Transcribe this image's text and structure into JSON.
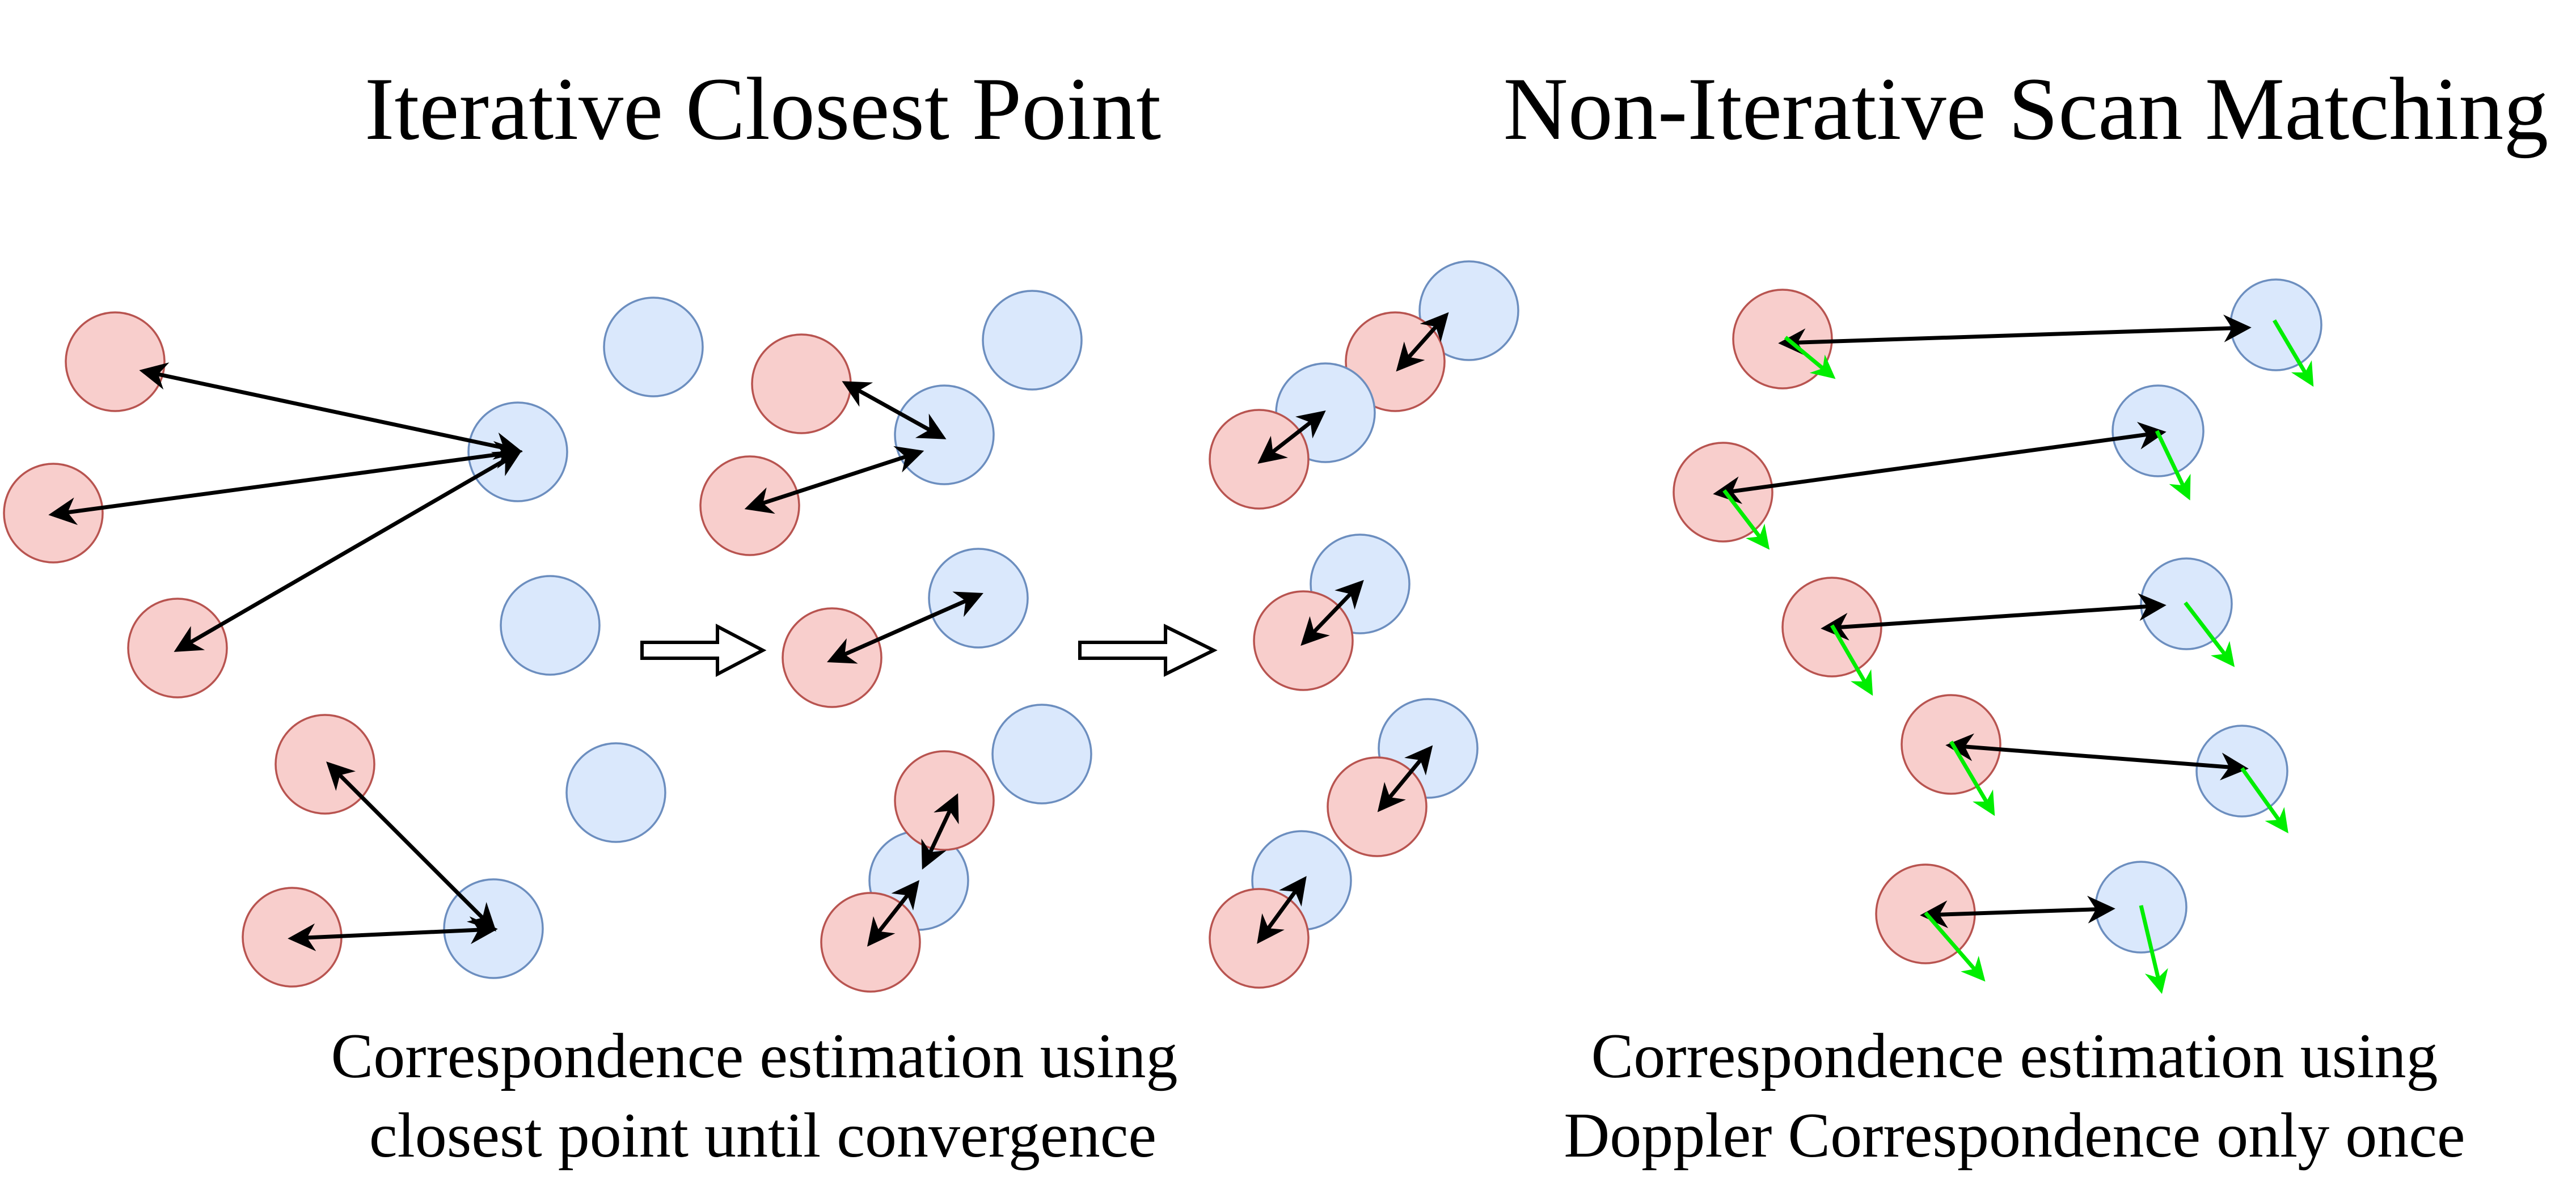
{
  "titles": {
    "left": "Iterative Closest Point",
    "right": "Non-Iterative Scan Matching"
  },
  "captions": {
    "left": [
      "Correspondence estimation using",
      "closest point until convergence"
    ],
    "right": [
      "Correspondence estimation using",
      "Doppler Correspondence only once"
    ]
  },
  "colors": {
    "red_fill": "#f8cecc",
    "red_stroke": "#b85450",
    "blue_fill": "#dae8fc",
    "blue_stroke": "#6c8ebf",
    "doppler_arrow": "#00ee00"
  }
}
